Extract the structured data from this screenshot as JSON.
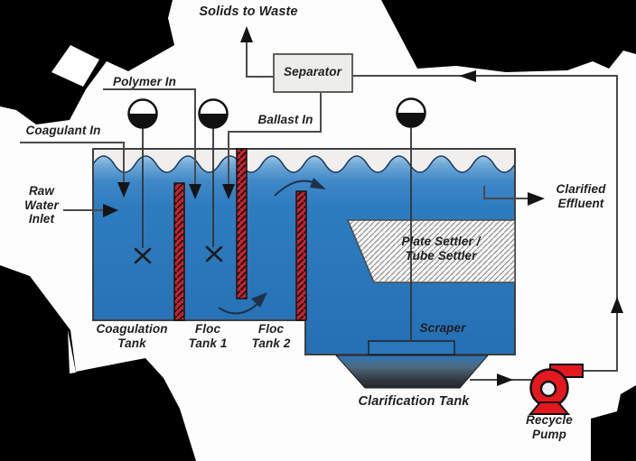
{
  "diagram": {
    "type": "process-flow-diagram",
    "subject": "ballasted flocculation water treatment system",
    "labels": {
      "solids_to_waste": "Solids to Waste",
      "separator": "Separator",
      "polymer_in": "Polymer In",
      "coagulant_in": "Coagulant In",
      "ballast_in": "Ballast In",
      "raw_water_inlet": "Raw\nWater\nInlet",
      "coagulation_tank": "Coagulation\nTank",
      "floc_tank_1": "Floc\nTank 1",
      "floc_tank_2": "Floc\nTank 2",
      "plate_settler": "Plate Settler /\nTube Settler",
      "scraper": "Scraper",
      "clarification_tank": "Clarification Tank",
      "clarified_effluent": "Clarified\nEffluent",
      "recycle_pump": "Recycle\nPump"
    },
    "icons": {
      "mixer_motor": "half-filled-circle",
      "impeller": "x-cross",
      "pump": "centrifugal-pump",
      "flow_arrow": "filled-triangle"
    },
    "colors": {
      "water": "#2e7cc0",
      "water_surface_light": "#a8cdea",
      "above_water": "#f1efee",
      "wave_outline": "#1c3a5e",
      "baffle_red": "#d1202a",
      "pump_red": "#e4181f",
      "separator_fill": "#ededec",
      "settler_fill": "#f8f8f7",
      "hopper_dark": "#23262a",
      "pipe_gray": "#4a4a4a",
      "tank_outline": "#3f3f3f",
      "text": "#1f1f1f",
      "background": "#ffffff",
      "transparency_blob": "#000000"
    }
  }
}
